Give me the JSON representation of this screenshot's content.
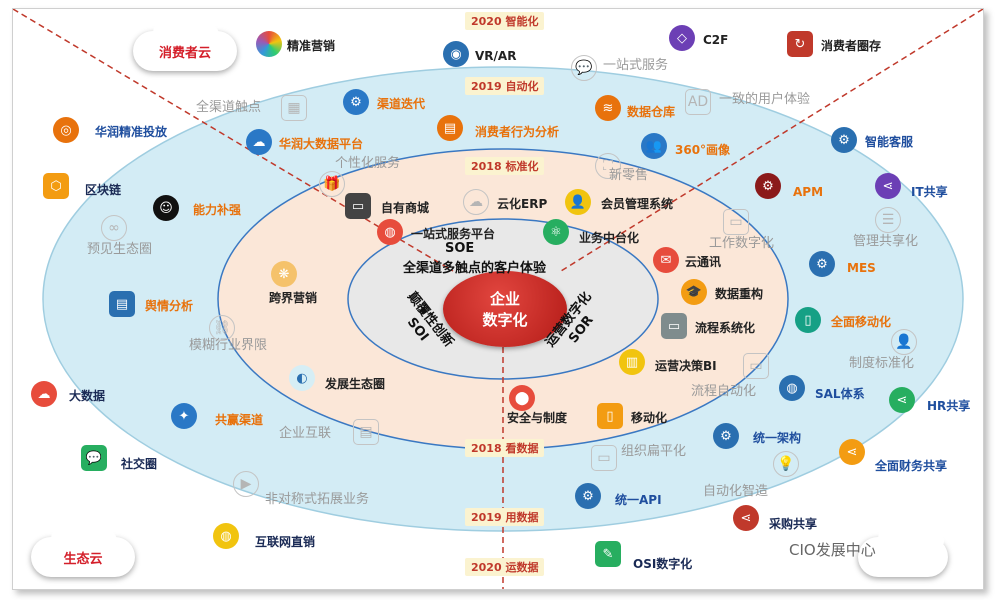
{
  "clouds": {
    "consumer": "消费者云",
    "eco": "生态云"
  },
  "center": {
    "line1": "企业",
    "line2": "数字化"
  },
  "soe": {
    "title": "SOE",
    "subtitle": "全渠道多触点的客户体验"
  },
  "soi": {
    "line1": "颠覆性创新",
    "line2": "SOI"
  },
  "sor": {
    "line1": "运营数字化",
    "line2": "SOR"
  },
  "years": {
    "y2020_intel": "2020 智能化",
    "y2019_auto": "2019 自动化",
    "y2018_std": "2018 标准化",
    "y2018_data": "2018 看数据",
    "y2019_use": "2019 用数据",
    "y2020_run": "2020 运数据"
  },
  "items": {
    "jingzhun": "精准营销",
    "vrar": "VR/AR",
    "c2f": "C2F",
    "xiaofeizhe_quancun": "消费者圈存",
    "yizhanshi_fuwu": "一站式服务",
    "quanqudao": "全渠道触点",
    "qudao_diedai": "渠道迭代",
    "shuju_cangku": "数据仓库",
    "yizhi_tiyan": "一致的用户体验",
    "huarun_toufang": "华润精准投放",
    "huarun_dashuju": "华润大数据平台",
    "xingwei_fenxi": "消费者行为分析",
    "zhineng_kefu": "智能客服",
    "huaxiang": "360°画像",
    "gexinghua": "个性化服务",
    "xinlingshou": "新零售",
    "qukuailian": "区块链",
    "nengli_buqiang": "能力补强",
    "ziyou_shangcheng": "自有商城",
    "yunhua_erp": "云化ERP",
    "huiyuan": "会员管理系统",
    "apm": "APM",
    "it_share": "IT共享",
    "yujian": "预见生态圈",
    "yizhanshi_pingtai": "一站式服务平台",
    "yewu_zhongtai": "业务中台化",
    "gongzuo": "工作数字化",
    "guanli_share": "管理共享化",
    "mes": "MES",
    "kuajie": "跨界营销",
    "yuntongxun": "云通讯",
    "shuju_chonggou": "数据重构",
    "yuqing": "舆情分析",
    "liucheng_xitong": "流程系统化",
    "quanmian_yidong": "全面移动化",
    "mohu": "模糊行业界限",
    "zhidu_biaozhun": "制度标准化",
    "yunying_juece": "运营决策BI",
    "fazhan_shengtai": "发展生态圈",
    "liucheng_zidong": "流程自动化",
    "dashuju": "大数据",
    "sal": "SAL体系",
    "hr_share": "HR共享",
    "anquan": "安全与制度",
    "yidonghua": "移动化",
    "gongying_qudao": "共赢渠道",
    "qiye_hulian": "企业互联",
    "tongyi_jiagou": "统一架构",
    "zuzhi": "组织扁平化",
    "shejiaoquan": "社交圈",
    "quanmian_caiwu": "全面财务共享",
    "feiduicheng": "非对称式拓展业务",
    "tongyi_api": "统一API",
    "zidonghua_zhizao": "自动化智造",
    "caigou": "采购共享",
    "hulianwang": "互联网直销",
    "osi": "OSI数字化"
  },
  "watermark": "CIO发展中心",
  "colors": {
    "outer_ring": "#d2ebf4",
    "middle_ring": "#c5e0ee",
    "inner_ring": "#fbe6d7",
    "center_gray": "#e7e7e7",
    "accent_red": "#c0392b",
    "ring_border": "#3a78c2"
  }
}
